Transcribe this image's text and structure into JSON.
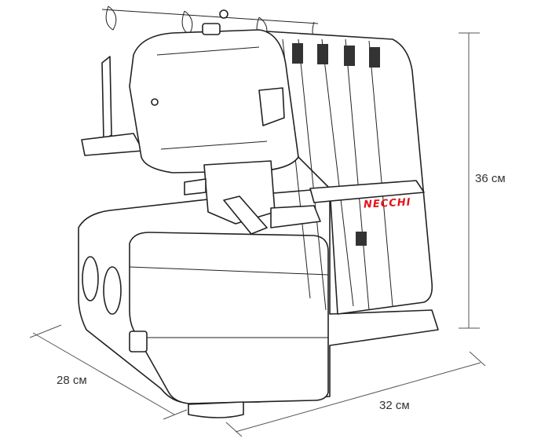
{
  "brand": "NECCHI",
  "brand_color": "#e3121b",
  "dimensions": {
    "height": "36 см",
    "width": "32 см",
    "depth": "28 см"
  }
}
